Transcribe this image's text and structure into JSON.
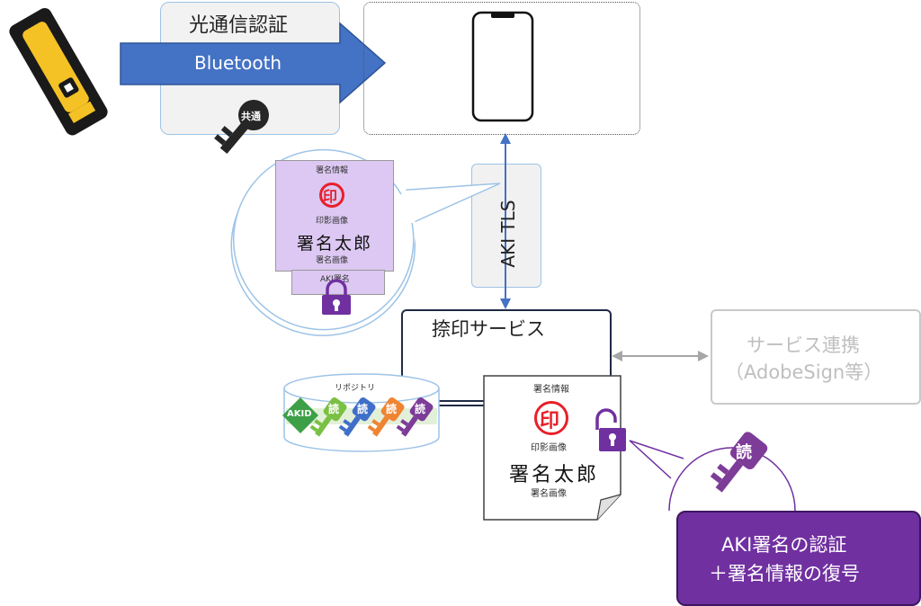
{
  "optical": {
    "title": "光通信認証"
  },
  "bluetooth": {
    "label": "Bluetooth"
  },
  "shared_key": {
    "label": "共通"
  },
  "tls": {
    "label": "AKI TLS"
  },
  "bubble_doc": {
    "header": "署名情報",
    "seal_char": "印",
    "seal_caption": "印影画像",
    "name": "署名太郎",
    "name_caption": "署名画像",
    "tab": "AKI署名"
  },
  "service": {
    "title": "捺印サービス"
  },
  "external": {
    "line1": "サービス連携",
    "line2": "（AdobeSign等）"
  },
  "repository": {
    "label": "リポジトリ",
    "keys": [
      {
        "label": "AKID",
        "color": "#3da047"
      },
      {
        "label": "読",
        "color": "#7ac043"
      },
      {
        "label": "読",
        "color": "#3f6fc8"
      },
      {
        "label": "読",
        "color": "#ef8432"
      },
      {
        "label": "読",
        "color": "#7d3c98"
      }
    ]
  },
  "main_doc": {
    "header": "署名情報",
    "seal_char": "印",
    "seal_caption": "印影画像",
    "name": "署名太郎",
    "name_caption": "署名画像"
  },
  "read_key": {
    "label": "読"
  },
  "result": {
    "line1": "AKI署名の認証",
    "line2": "＋署名情報の復号"
  },
  "colors": {
    "blue_arrow": "#4472c4",
    "purple": "#7030a0",
    "seal_red": "#e8202a",
    "bubble_doc_fill": "#dcc8f2",
    "panel_fill": "#f1f1f1",
    "panel_border": "#9dc3e6"
  }
}
